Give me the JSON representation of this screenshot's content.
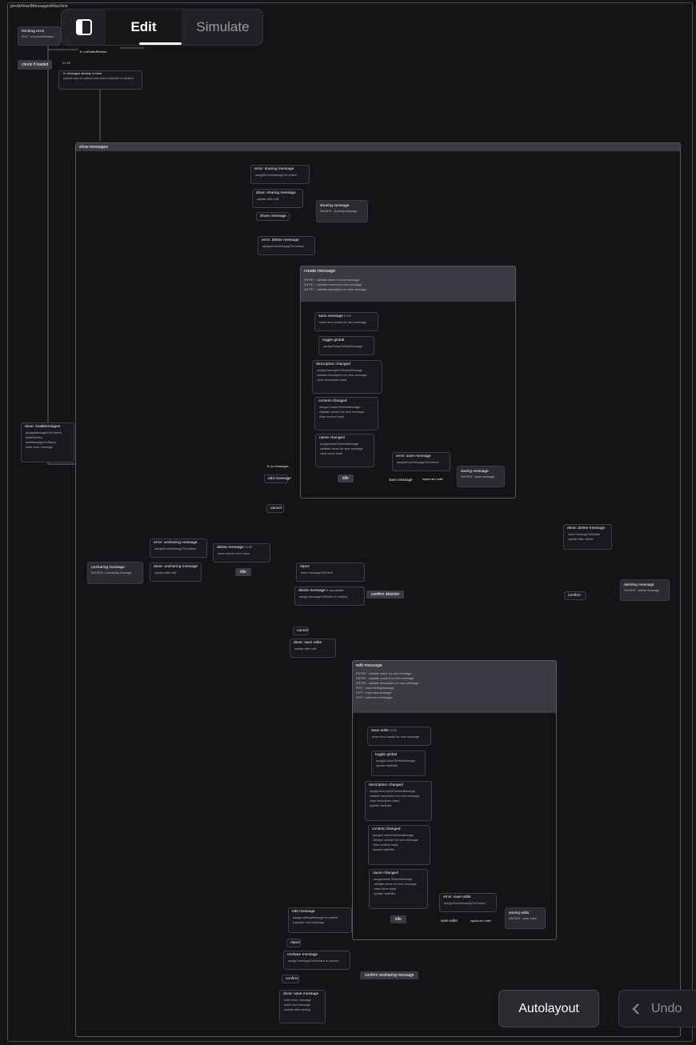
{
  "machine": {
    "title": "predefinedMessagesMachine"
  },
  "toolbar": {
    "edit_label": "Edit",
    "simulate_label": "Simulate"
  },
  "bottom": {
    "autolayout_label": "Autolayout",
    "undo_label": "Undo"
  },
  "top_states": {
    "fetching_error": {
      "title": "fetching error",
      "action": "EXIT : incrementRetries"
    },
    "check_if_loaded": {
      "title": "check if loaded"
    },
    "guard_not_failed": "if: notFailedRetries",
    "else_label": "ELSE",
    "guard_messages_in_store": "if: messages already in store",
    "guard_desc": "should only be called once when machine is created",
    "done_load": {
      "title": "done: loadMessages",
      "actions": [
        "assignMessagesToContext",
        "resetRetries",
        "addMessagesToStatus",
        "reset error message"
      ]
    }
  },
  "show_messages": {
    "title": "show messages"
  },
  "sharing": {
    "error_evt": {
      "title": "error: sharing message",
      "action": "assignErrorMessageToContext"
    },
    "done_evt": {
      "title": "done: sharing message",
      "action": "update after edit"
    },
    "share_message": "share message",
    "state": {
      "title": "sharing message",
      "invoke": "INVOKE : sharing message"
    }
  },
  "delete_error_evt": {
    "title": "error: delete message",
    "action": "assignErrorMessageToContext"
  },
  "create_message": {
    "title": "create message",
    "entries": [
      "ENTRY : validate name for new message",
      "ENTRY : validate content for new message",
      "ENTRY : validate description for new message"
    ],
    "save_message_evt": {
      "title": "save message",
      "else": "ELSE",
      "action": "show error toasts for new message"
    },
    "toggle_global": {
      "title": "toggle global",
      "action": "assignGlobalToNewMessage"
    },
    "description_changed": {
      "title": "description changed",
      "actions": [
        "assignDescriptionToNewMessage",
        "validate description for new message",
        "clear description toast"
      ]
    },
    "content_changed": {
      "title": "content changed",
      "actions": [
        "assignContentToNewMessage",
        "validate content for new message",
        "clear content toast"
      ]
    },
    "name_changed": {
      "title": "name changed",
      "actions": [
        "assignNameToNewMessage",
        "validate name for new message",
        "clear name toast"
      ]
    },
    "idle": "idle",
    "error_save": {
      "title": "error: save message",
      "action": "assignErrorMessageToContext"
    },
    "save_message": "save message",
    "guard_inputs_valid": "inputs are valid",
    "saving": {
      "title": "saving message",
      "invoke": "INVOKE : save message"
    }
  },
  "no_messages_guard": "if: no messages",
  "add_message": "add message",
  "cancel": "cancel",
  "done_delete_evt": {
    "title": "done: delete message",
    "actions": [
      "reset messageToDelete",
      "update after delete"
    ]
  },
  "deleting": {
    "title": "deleting message",
    "invoke": "INVOKE : delete message"
  },
  "confirm": "confirm",
  "unsharing_state": {
    "title": "unsharing message",
    "invoke": "INVOKE : unsharing message"
  },
  "error_unsharing": {
    "title": "error: unsharing message",
    "action": "assignErrorMessageToContext"
  },
  "done_unsharing": {
    "title": "done: unsharing message",
    "action": "update after edit"
  },
  "delete_message_evt": {
    "title": "delete message",
    "else": "ELSE",
    "action": "show cannot error toast"
  },
  "idle_main": "idle",
  "reject_evt": {
    "title": "reject",
    "action": "reset messageToDelete"
  },
  "delete_message2": {
    "title": "delete message",
    "guard": "if: my content",
    "action": "assign messageToDelete to context"
  },
  "confirm_deletion": "confirm deletion",
  "cancel2": "cancel",
  "done_save_edits": {
    "title": "done: save edits",
    "action": "update after edit"
  },
  "edit_message": {
    "title": "edit message",
    "entries": [
      "ENTRY : validate name for new message",
      "ENTRY : validate content for new message",
      "ENTRY : validate description for new message",
      "EXIT : reset editingMessage",
      "EXIT : reset new message",
      "EXIT : reset error message"
    ],
    "save_edits_evt": {
      "title": "save edits",
      "else": "ELSE",
      "action": "show error toasts for new message"
    },
    "toggle_global": {
      "title": "toggle global",
      "actions": [
        "assignGlobalToNewMessage",
        "update hasEdits"
      ]
    },
    "description_changed": {
      "title": "description changed",
      "actions": [
        "assignDescriptionToNewMessage",
        "validate description for new message",
        "clear description toast",
        "update hasEdits"
      ]
    },
    "content_changed": {
      "title": "content changed",
      "actions": [
        "assignContentToNewMessage",
        "validate content for new message",
        "clear content toast",
        "update hasEdits"
      ]
    },
    "name_changed": {
      "title": "name changed",
      "actions": [
        "assignNameToNewMessage",
        "validate name for new message",
        "clear name toast",
        "update hasEdits"
      ]
    },
    "idle": "idle",
    "error_save_edits": {
      "title": "error: save edits",
      "action": "assignErrorMessageToContext"
    },
    "save_edits": "save edits",
    "guard_inputs_valid": "inputs are valid",
    "saving_edits": {
      "title": "saving edits",
      "invoke": "INVOKE : save edits"
    }
  },
  "edit_message_evt": {
    "title": "edit message",
    "actions": [
      "assign editingMessage to context",
      "populate new message"
    ]
  },
  "reject2": "reject",
  "unshare_message_evt": {
    "title": "unshare message",
    "action": "assign messageToUnshare to context"
  },
  "confirm_unsharing": "confirm unsharing message",
  "confirm2": "confirm",
  "done_save_message": {
    "title": "done: save message",
    "actions": [
      "reset error message",
      "reset new message",
      "update after adding"
    ]
  }
}
